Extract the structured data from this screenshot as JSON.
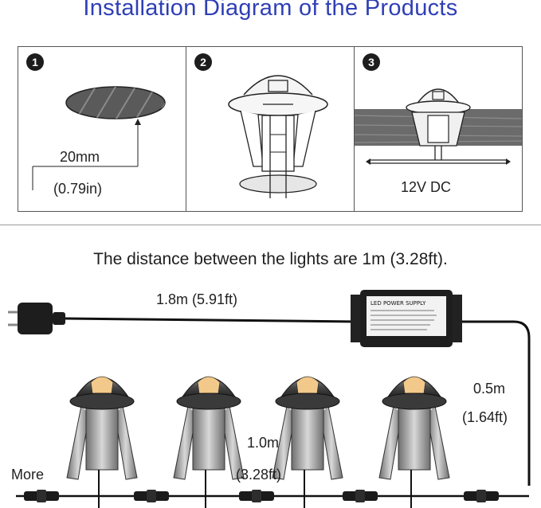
{
  "header": {
    "title": "Installation Diagram of the Products"
  },
  "steps": [
    {
      "number": "1",
      "size_mm": "20mm",
      "size_in": "(0.79in)"
    },
    {
      "number": "2"
    },
    {
      "number": "3",
      "voltage": "12V DC"
    }
  ],
  "subtitle": "The distance between the lights are 1m (3.28ft).",
  "wiring": {
    "main_cable": "1.8m (5.91ft)",
    "branch_m": "0.5m",
    "branch_ft": "(1.64ft)",
    "spacing_m": "1.0m",
    "spacing_ft": "(3.28ft)",
    "more": "More",
    "psu_label": "LED POWER SUPPLY"
  }
}
